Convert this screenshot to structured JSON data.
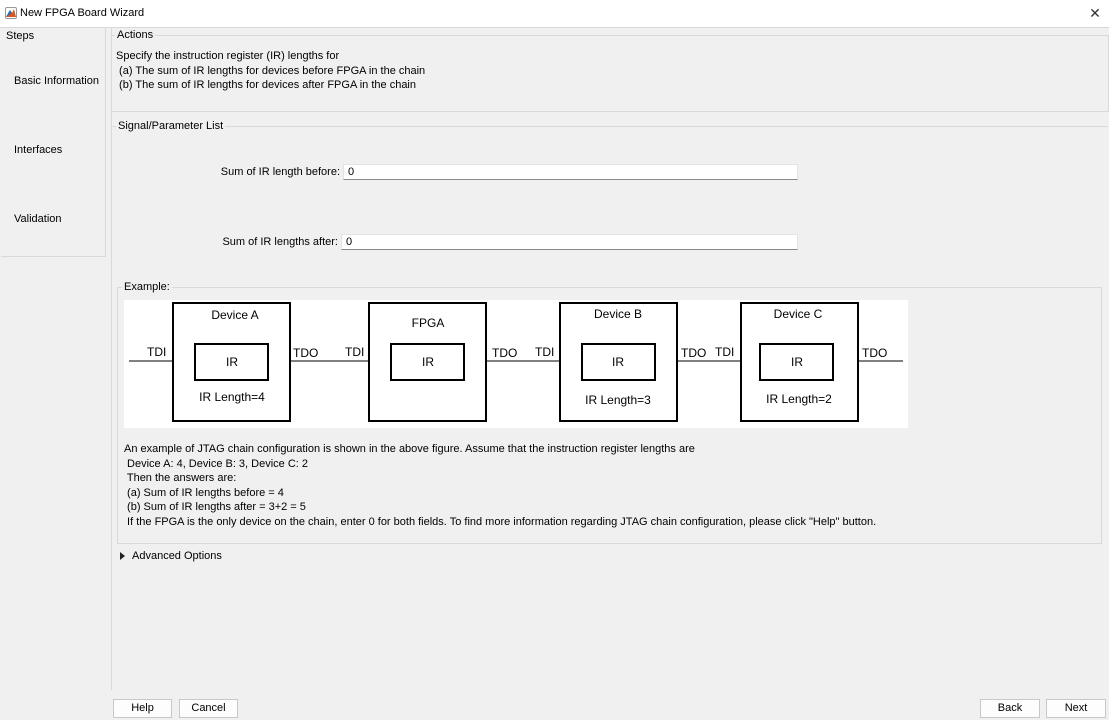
{
  "window": {
    "title": "New FPGA Board Wizard"
  },
  "steps": {
    "title": "Steps",
    "items": [
      {
        "label": "Basic Information"
      },
      {
        "label": "Interfaces"
      },
      {
        "label": "Validation"
      }
    ]
  },
  "actions": {
    "title": "Actions",
    "lines": [
      "Specify the instruction register (IR) lengths for",
      " (a) The sum of IR lengths for devices before FPGA in the chain",
      " (b) The sum of IR lengths for devices after FPGA in the chain"
    ]
  },
  "params": {
    "title": "Signal/Parameter List",
    "ir_before": {
      "label": "Sum of IR length before:",
      "value": "0"
    },
    "ir_after": {
      "label": "Sum of IR lengths after:",
      "value": "0"
    }
  },
  "example": {
    "title": "Example:",
    "diagram": {
      "devices": [
        {
          "name": "Device A",
          "ir": "IR",
          "length": "IR Length=4"
        },
        {
          "name": "FPGA",
          "ir": "IR",
          "length": ""
        },
        {
          "name": "Device B",
          "ir": "IR",
          "length": "IR Length=3"
        },
        {
          "name": "Device C",
          "ir": "IR",
          "length": "IR Length=2"
        }
      ],
      "tdi": "TDI",
      "tdo": "TDO"
    },
    "lines": [
      "An example of JTAG chain configuration is shown in the above figure. Assume that the instruction register lengths are",
      " Device A: 4, Device B: 3, Device C: 2",
      " Then the answers are:",
      " (a) Sum of IR lengths before = 4",
      " (b) Sum of IR lengths after = 3+2 = 5",
      " If the FPGA is the only device on the chain, enter 0 for both fields. To find more information regarding JTAG chain configuration, please click \"Help\" button."
    ]
  },
  "advanced": {
    "label": "Advanced Options"
  },
  "buttons": {
    "help": "Help",
    "cancel": "Cancel",
    "back": "Back",
    "next": "Next"
  }
}
